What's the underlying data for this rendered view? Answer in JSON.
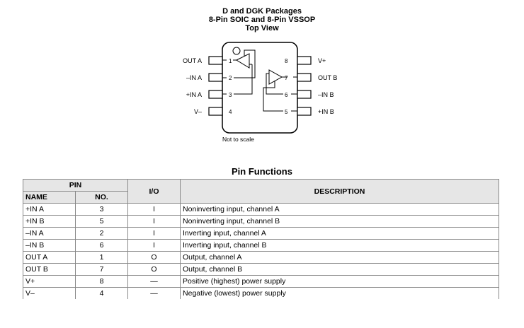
{
  "package": {
    "title_lines": [
      "D and DGK Packages",
      "8-Pin SOIC and 8-Pin VSSOP",
      "Top View"
    ],
    "note": "Not to scale",
    "left_pins": [
      {
        "label": "OUT A",
        "number": "1"
      },
      {
        "label": "–IN A",
        "number": "2"
      },
      {
        "label": "+IN A",
        "number": "3"
      },
      {
        "label": "V–",
        "number": "4"
      }
    ],
    "right_pins": [
      {
        "label": "V+",
        "number": "8"
      },
      {
        "label": "OUT B",
        "number": "7"
      },
      {
        "label": "–IN B",
        "number": "6"
      },
      {
        "label": "+IN B",
        "number": "5"
      }
    ]
  },
  "table": {
    "title": "Pin Functions",
    "headers": {
      "pin": "PIN",
      "io": "I/O",
      "description": "DESCRIPTION",
      "name": "NAME",
      "no": "NO."
    },
    "rows": [
      {
        "name": "+IN A",
        "no": "3",
        "io": "I",
        "description": "Noninverting input, channel A"
      },
      {
        "name": "+IN B",
        "no": "5",
        "io": "I",
        "description": "Noninverting input, channel B"
      },
      {
        "name": "–IN A",
        "no": "2",
        "io": "I",
        "description": "Inverting input, channel A"
      },
      {
        "name": "–IN B",
        "no": "6",
        "io": "I",
        "description": "Inverting input, channel B"
      },
      {
        "name": "OUT A",
        "no": "1",
        "io": "O",
        "description": "Output, channel A"
      },
      {
        "name": "OUT B",
        "no": "7",
        "io": "O",
        "description": "Output, channel B"
      },
      {
        "name": "V+",
        "no": "8",
        "io": "—",
        "description": "Positive (highest) power supply"
      },
      {
        "name": "V–",
        "no": "4",
        "io": "—",
        "description": "Negative (lowest) power supply"
      }
    ]
  }
}
